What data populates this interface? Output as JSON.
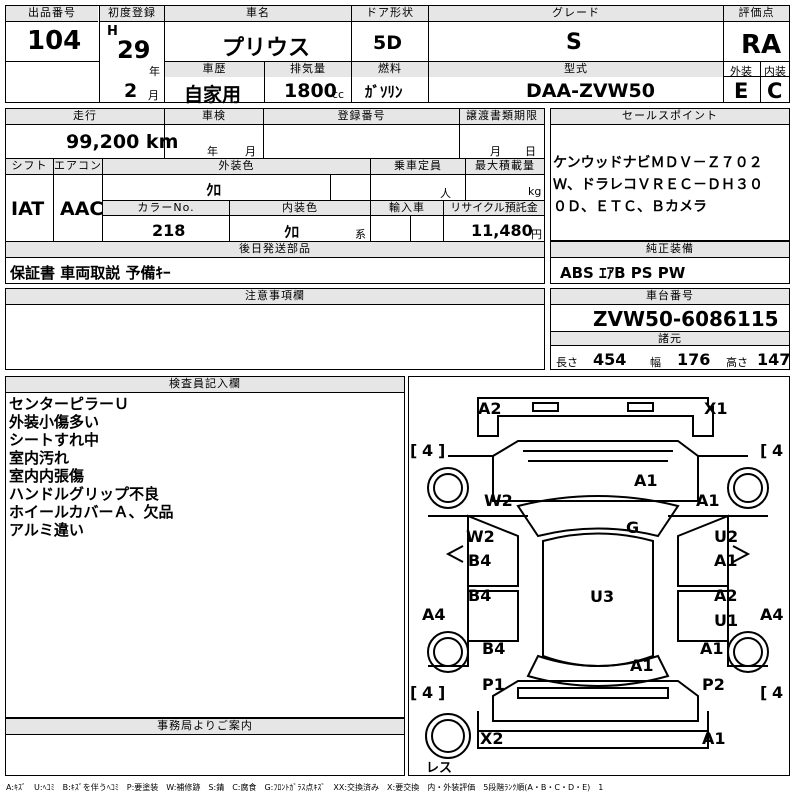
{
  "labels": {
    "lot_no": "出品番号",
    "first_reg": "初度登録",
    "car_name": "車名",
    "door_type": "ドア形状",
    "grade": "グレード",
    "score": "評価点",
    "history": "車歴",
    "displacement": "排気量",
    "fuel": "燃料",
    "model_code": "型式",
    "exterior": "外装",
    "interior": "内装",
    "mileage": "走行",
    "inspection": "車検",
    "reg_no": "登録番号",
    "transfer_deadline": "譲渡書類期限",
    "sales_points": "セールスポイント",
    "shift": "シフト",
    "aircon": "エアコン",
    "ext_color": "外装色",
    "capacity": "乗車定員",
    "max_load": "最大積載量",
    "color_no": "カラーNo.",
    "int_color": "内装色",
    "import": "輸入車",
    "recycle": "リサイクル預託金",
    "later_parts": "後日発送部品",
    "genuine_equip": "純正装備",
    "notes": "注意事項欄",
    "chassis_no": "車台番号",
    "dimensions": "諸元",
    "inspector_notes": "検査員記入欄",
    "office_info": "事務局よりご案内",
    "era_h": "H",
    "unit_year": "年",
    "unit_month": "月",
    "unit_cc": "cc",
    "unit_person": "人",
    "unit_kg": "kg",
    "unit_yen": "円",
    "unit_kei": "系",
    "length": "長さ",
    "width": "幅",
    "height": "高さ"
  },
  "vehicle": {
    "lot_no": "104",
    "year": "29",
    "month": "2",
    "car_name": "プリウス",
    "door": "5D",
    "grade": "S",
    "score": "RA",
    "history": "自家用",
    "displacement": "1800",
    "fuel": "ｶﾞｿﾘﾝ",
    "model_code": "DAA-ZVW50",
    "exterior": "E",
    "interior": "C",
    "mileage": "99,200 km",
    "shift": "IAT",
    "aircon": "AAC",
    "ext_color": "ｸﾛ",
    "color_no": "218",
    "int_color": "ｸﾛ",
    "recycle": "11,480",
    "later_parts": "保証書 車両取説 予備ｷｰ",
    "genuine_equip": "ABS ｴｱB PS PW",
    "chassis_no": "ZVW50-6086115",
    "length": "454",
    "width": "176",
    "height": "147"
  },
  "sales_points": [
    "ケンウッドナビＭＤＶ－Ｚ７０２",
    "Ｗ、ドラレコＶＲＥＣ－ＤＨ３０",
    "０Ｄ、ＥＴＣ、Ｂカメラ"
  ],
  "inspector_notes": [
    "センターピラーＵ",
    "外装小傷多い",
    "シートすれ中",
    "室内汚れ",
    "室内内張傷",
    "ハンドルグリップ不良",
    "ホイールカバーＡ、欠品",
    "アルミ違い"
  ],
  "diagram": {
    "tire_4": "4",
    "spare": "レス",
    "marks": [
      "A2",
      "X1",
      "A1",
      "W2",
      "A1",
      "G",
      "W2",
      "U2",
      "B4",
      "A1",
      "B4",
      "U3",
      "A2",
      "U1",
      "A4",
      "A4",
      "B4",
      "A1",
      "A1",
      "P1",
      "P2",
      "X2",
      "A1"
    ]
  },
  "legend": "A:ｷｽﾞ　U:ﾍｺﾐ　B:ｷｽﾞを伴うﾍｺﾐ　P:要塗装　W:補修跡　S:錆　C:腐食　G:ﾌﾛﾝﾄｶﾞﾗｽ点ｷｽﾞ　XX:交換済み　X:要交換　内・外装評価　5段階ﾗﾝｸ順(A・B・C・D・E)　1"
}
